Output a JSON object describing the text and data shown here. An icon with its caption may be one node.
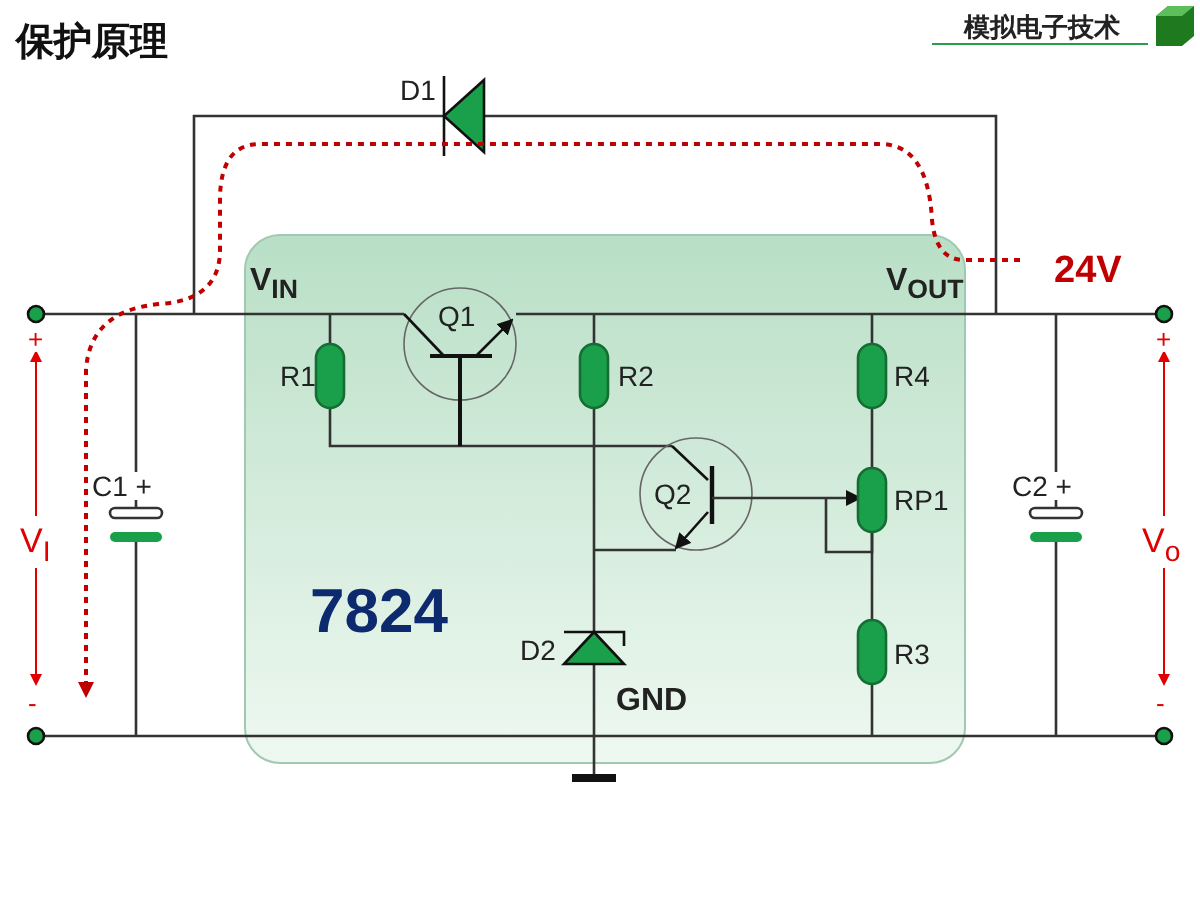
{
  "diagram": {
    "title": "保护原理",
    "nodes": [
      {
        "text": [
          "7824"
        ]
      }
    ],
    "labels": [
      "模拟电子技术",
      "D1",
      "24V",
      "V$_{IN}$",
      "V$_{OUT}$",
      "Q1",
      "+",
      "+",
      "R1",
      "R2",
      "R4",
      "C1 +",
      "Q2",
      "RP1",
      "C2 +",
      "V$_{I}$",
      "V$_{o}$",
      "D2",
      "R3",
      "-",
      "GND",
      "-"
    ]
  }
}
